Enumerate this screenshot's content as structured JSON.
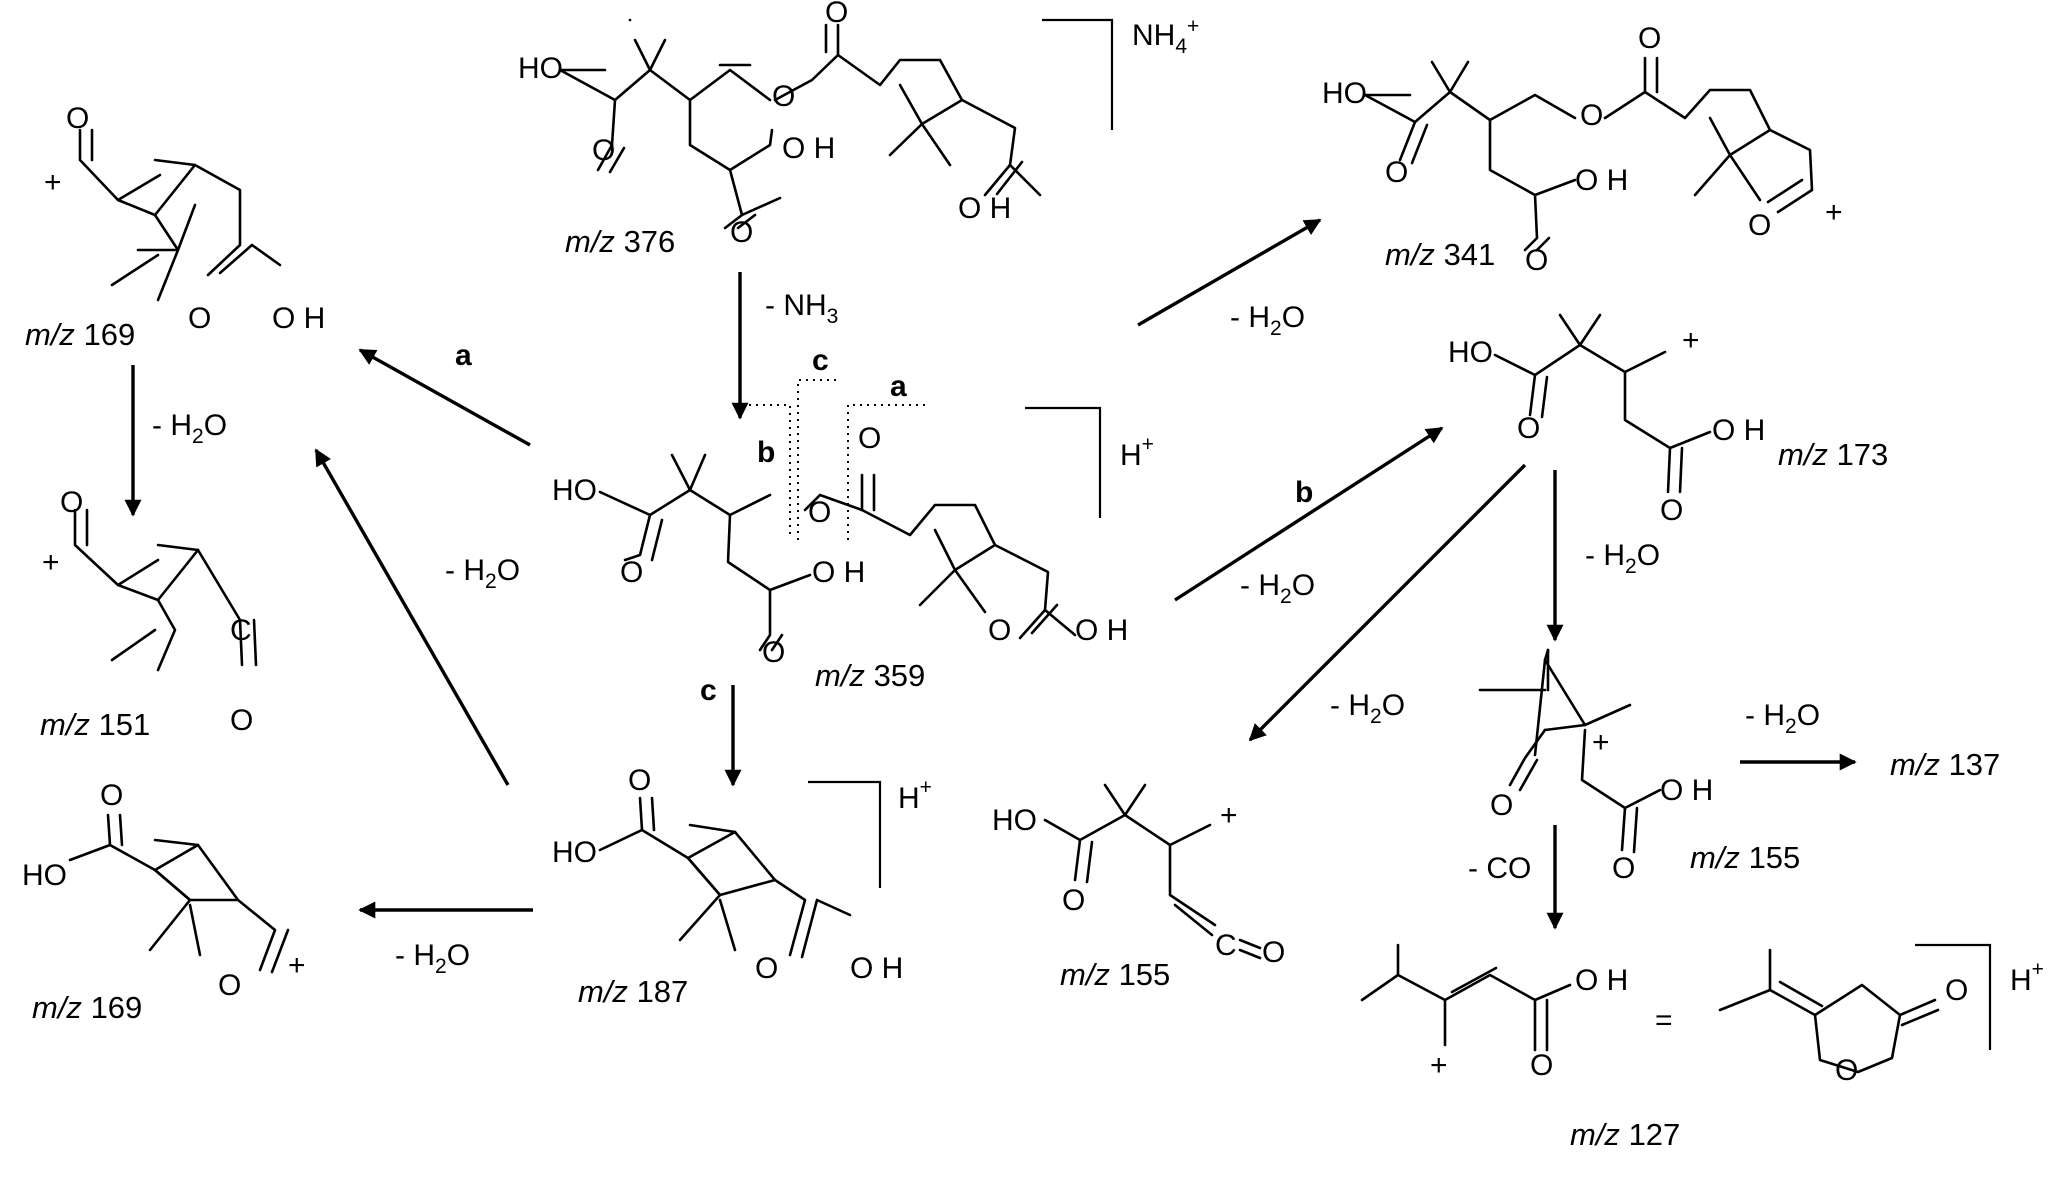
{
  "ions": {
    "ammonium": "NH",
    "ammonium_sub": "4",
    "ammonium_sup": "+",
    "proton": "H",
    "proton_sup": "+",
    "cation": "+"
  },
  "labels": {
    "mz_prefix": "m/z",
    "mz376": "376",
    "mz359": "359",
    "mz341": "341",
    "mz173": "173",
    "mz169_top": "169",
    "mz151": "151",
    "mz169_bottom": "169",
    "mz187": "187",
    "mz155_mid": "155",
    "mz155_right": "155",
    "mz137": "137",
    "mz127": "127"
  },
  "steps": {
    "minus_nh3": "- NH",
    "nh3_sub": "3",
    "minus_h2o_prefix": "- H",
    "h2o_sub": "2",
    "h2o_suffix": "O",
    "minus_co": "- CO",
    "equals": "="
  },
  "cleavage": {
    "a": "a",
    "b": "b",
    "c": "c"
  },
  "atoms": {
    "HO": "HO",
    "O": "O",
    "OH": "O H",
    "C": "C"
  }
}
